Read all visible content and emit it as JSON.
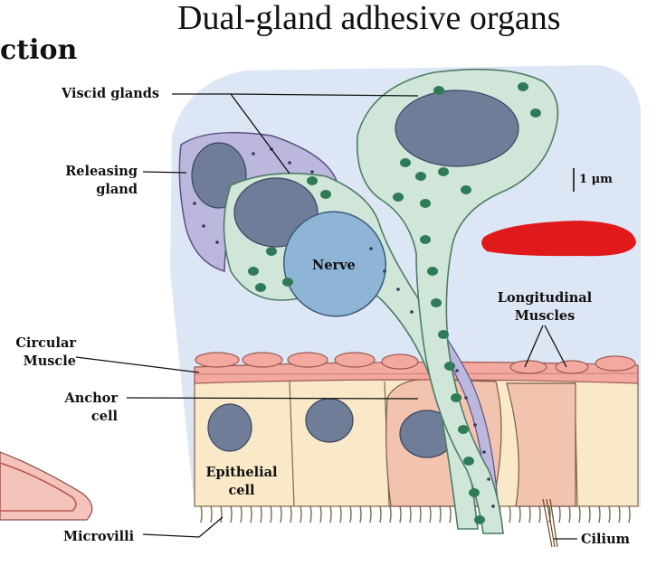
{
  "title": "Dual-gland adhesive organs",
  "section_heading_fragment": "ction",
  "labels": {
    "viscid_glands": "Viscid glands",
    "releasing_gland_line1": "Releasing",
    "releasing_gland_line2": "gland",
    "nerve": "Nerve",
    "scale_bar": "1 μm",
    "longitudinal_muscles_line1": "Longitudinal",
    "longitudinal_muscles_line2": "Muscles",
    "circular_muscle_line1": "Circular",
    "circular_muscle_line2": "Muscle",
    "anchor_cell_line1": "Anchor",
    "anchor_cell_line2": "cell",
    "epithelial_cell_line1": "Epithelial",
    "epithelial_cell_line2": "cell",
    "microvilli": "Microvilli",
    "cilium": "Cilium"
  },
  "colors": {
    "background_tissue": "#dde6f4",
    "viscid_gland": "#cfe6d8",
    "viscid_gland_outline": "#4c7d66",
    "granule": "#2f7a57",
    "releasing_gland": "#bcb7dd",
    "nucleus": "#6f7d98",
    "nerve": "#8fb5d6",
    "muscle": "#f3a8a0",
    "epithelium": "#f9e9c8",
    "anchor_cell": "#f2c3ae",
    "redaction": "#e01a1a"
  }
}
